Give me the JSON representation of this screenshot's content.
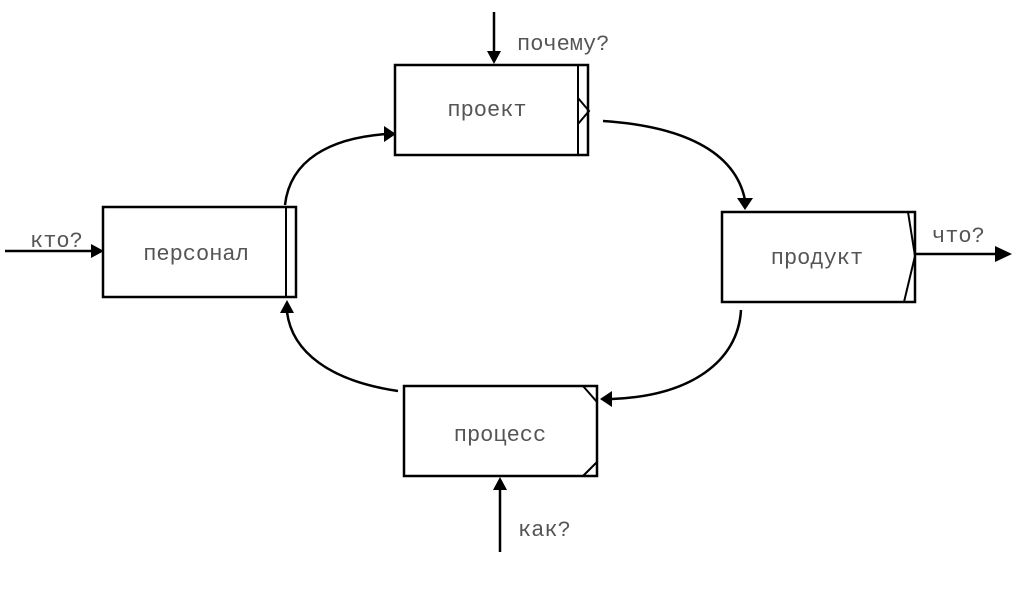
{
  "boxes": {
    "project": "проект",
    "personnel": "персонал",
    "product": "продукт",
    "process": "процесс"
  },
  "questions": {
    "why": "почему?",
    "who": "кто?",
    "what": "что?",
    "how": "как?"
  }
}
